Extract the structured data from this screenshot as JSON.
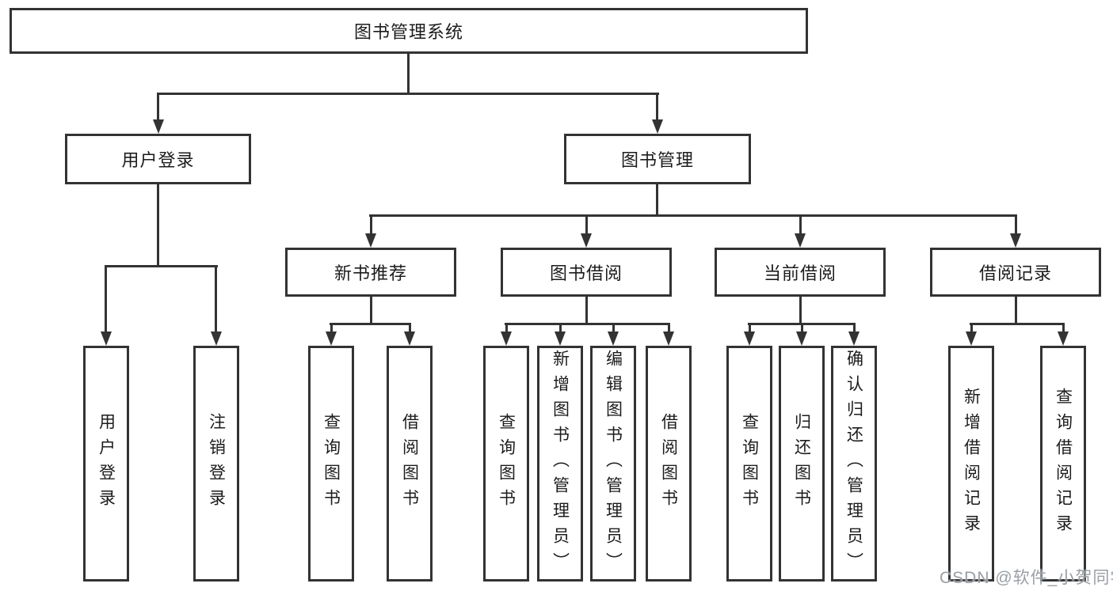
{
  "colors": {
    "line": "#333333",
    "text": "#1c1c1c",
    "background": "#ffffff",
    "watermark": "#949aa0"
  },
  "watermark": {
    "text": "CSDN @软件_小贺同学"
  },
  "tree": {
    "label": "图书管理系统",
    "children": [
      {
        "label": "用户登录",
        "children": [
          {
            "label": "用户登录"
          },
          {
            "label": "注销登录"
          }
        ]
      },
      {
        "label": "图书管理",
        "children": [
          {
            "label": "新书推荐",
            "children": [
              {
                "label": "查询图书"
              },
              {
                "label": "借阅图书"
              }
            ]
          },
          {
            "label": "图书借阅",
            "children": [
              {
                "label": "查询图书"
              },
              {
                "label": "新增图书（管理员）"
              },
              {
                "label": "编辑图书（管理员）"
              },
              {
                "label": "借阅图书"
              }
            ]
          },
          {
            "label": "当前借阅",
            "children": [
              {
                "label": "查询图书"
              },
              {
                "label": "归还图书"
              },
              {
                "label": "确认归还（管理员）"
              }
            ]
          },
          {
            "label": "借阅记录",
            "children": [
              {
                "label": "新增借阅记录"
              },
              {
                "label": "查询借阅记录"
              }
            ]
          }
        ]
      }
    ]
  }
}
